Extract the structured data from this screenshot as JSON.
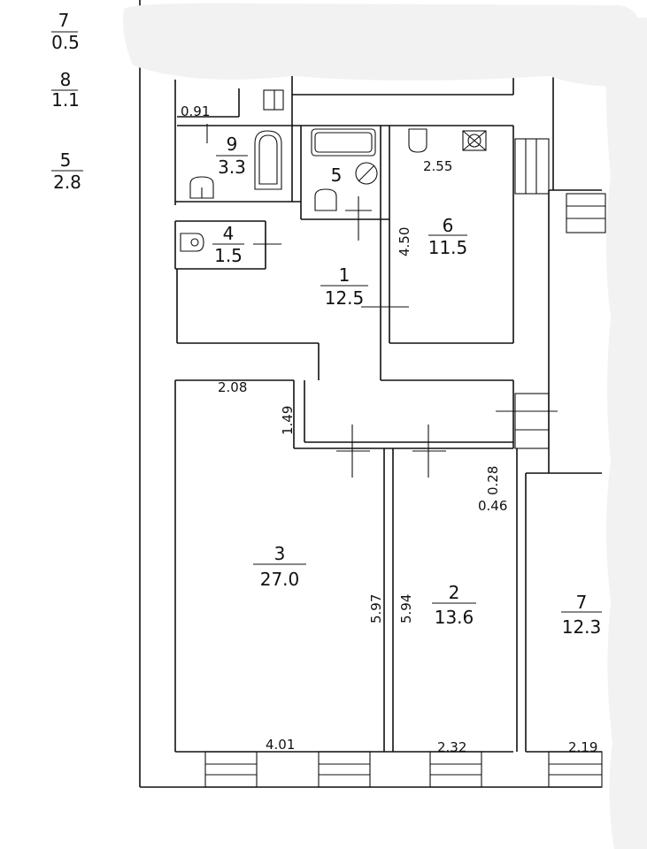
{
  "legend": [
    {
      "room": "7",
      "area": "0.5"
    },
    {
      "room": "8",
      "area": "1.1"
    },
    {
      "room": "5",
      "area": "2.8"
    }
  ],
  "rooms": [
    {
      "id": "r9",
      "num": "9",
      "area": "3.3"
    },
    {
      "id": "r5",
      "num": "5"
    },
    {
      "id": "r6",
      "num": "6",
      "area": "11.5"
    },
    {
      "id": "r4",
      "num": "4",
      "area": "1.5"
    },
    {
      "id": "r1",
      "num": "1",
      "area": "12.5"
    },
    {
      "id": "r3",
      "num": "3",
      "area": "27.0"
    },
    {
      "id": "r2",
      "num": "2",
      "area": "13.6"
    },
    {
      "id": "r7",
      "num": "7",
      "area": "12.3"
    }
  ],
  "dimensions": {
    "d091": "0.91",
    "d255": "2.55",
    "d450": "4.50",
    "d208": "2.08",
    "d149": "1.49",
    "d028": "0.28",
    "d046": "0.46",
    "d597": "5.97",
    "d594": "5.94",
    "d401": "4.01",
    "d232": "2.32",
    "d219": "2.19"
  },
  "colors": {
    "ink": "#111111",
    "paper": "#ffffff",
    "mask": "#f2f2f2"
  }
}
